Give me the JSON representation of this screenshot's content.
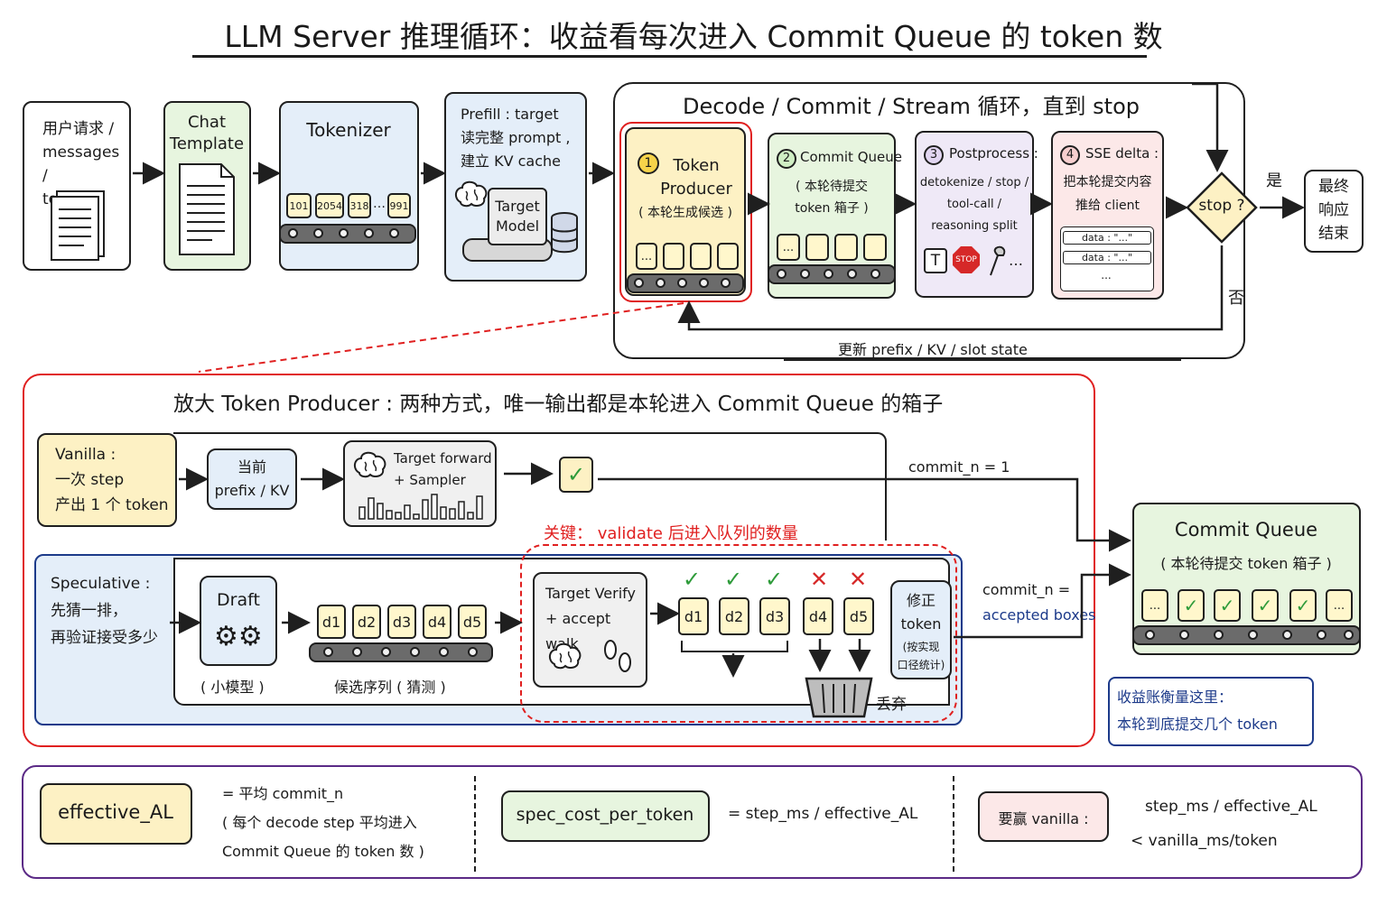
{
  "title": "LLM Server 推理循环：收益看每次进入 Commit Queue 的 token 数",
  "colors": {
    "yellow": "#fdf1c4",
    "green": "#e7f5df",
    "blue": "#e4eef9",
    "purple": "#efe9f7",
    "pink": "#fce8e8",
    "red": "#e02020",
    "navy": "#1c3a8a",
    "purple_border": "#5b2a86"
  },
  "pipeline": {
    "request": "用户请求 /\nmessages /\ntools",
    "chat_template": "Chat\nTemplate",
    "tokenizer": "Tokenizer",
    "token_ids": [
      "101",
      "2054",
      "318",
      "…",
      "991"
    ],
    "prefill": "Prefill : target\n读完整 prompt ,\n建立 KV cache",
    "target_model": "Target\nModel"
  },
  "loop": {
    "title": "Decode / Commit / Stream 循环，直到 stop",
    "producer": {
      "num": "1",
      "title": "Token\nProducer",
      "sub": "( 本轮生成候选 )",
      "dots": "..."
    },
    "commit": {
      "num": "2",
      "title": "Commit Queue",
      "sub": "( 本轮待提交\ntoken 箱子 )",
      "dots": "..."
    },
    "post": {
      "num": "3",
      "title": "Postprocess :",
      "sub": "detokenize / stop /\ntool-call /\nreasoning split",
      "t_icon": "T",
      "stop_icon": "STOP",
      "more": "…"
    },
    "sse": {
      "num": "4",
      "title": "SSE delta :",
      "sub": "把本轮提交内容\n推给 client",
      "rows": [
        "data : \"...\"",
        "data : \"...\""
      ],
      "more": "..."
    },
    "stop_q": "stop ?",
    "yes": "是",
    "no": "否",
    "final": "最终\n响应\n结束",
    "feedback": "更新 prefix / KV / slot state"
  },
  "zoom": {
    "title": "放大 Token Producer : 两种方式，唯一输出都是本轮进入 Commit Queue 的箱子",
    "vanilla": {
      "label": "Vanilla :\n一次 step\n产出 1 个 token",
      "prefix": "当前\nprefix / KV",
      "forward": "Target forward\n+ Sampler",
      "commit_n": "commit_n = 1"
    },
    "key_note": "关键： validate 后进入队列的数量",
    "spec": {
      "label": "Speculative :\n先猜一排，\n再验证接受多少",
      "draft": "Draft",
      "draft_sub": "( 小模型 )",
      "cands": [
        "d1",
        "d2",
        "d3",
        "d4",
        "d5"
      ],
      "cand_caption": "候选序列 ( 猜测 )",
      "verify": "Target Verify\n+ accept walk",
      "fix": "修正\ntoken",
      "fix_sub": "(按实现\n口径统计)",
      "discard": "丢弃",
      "commit_n": "commit_n =",
      "accepted": "accepted boxes"
    },
    "queue": {
      "title": "Commit Queue",
      "sub": "( 本轮待提交 token 箱子 )",
      "dots": "..."
    },
    "ledger": "收益账衡量这里：\n本轮到底提交几个 token"
  },
  "formulas": {
    "ael": "effective_AL",
    "ael_def": "= 平均 commit_n\n( 每个 decode step 平均进入\nCommit Queue 的 token 数 )",
    "cost": "spec_cost_per_token",
    "cost_def": "= step_ms / effective_AL",
    "win": "要赢 vanilla :",
    "win_lhs": "step_ms / effective_AL",
    "win_rhs": "< vanilla_ms/token"
  }
}
